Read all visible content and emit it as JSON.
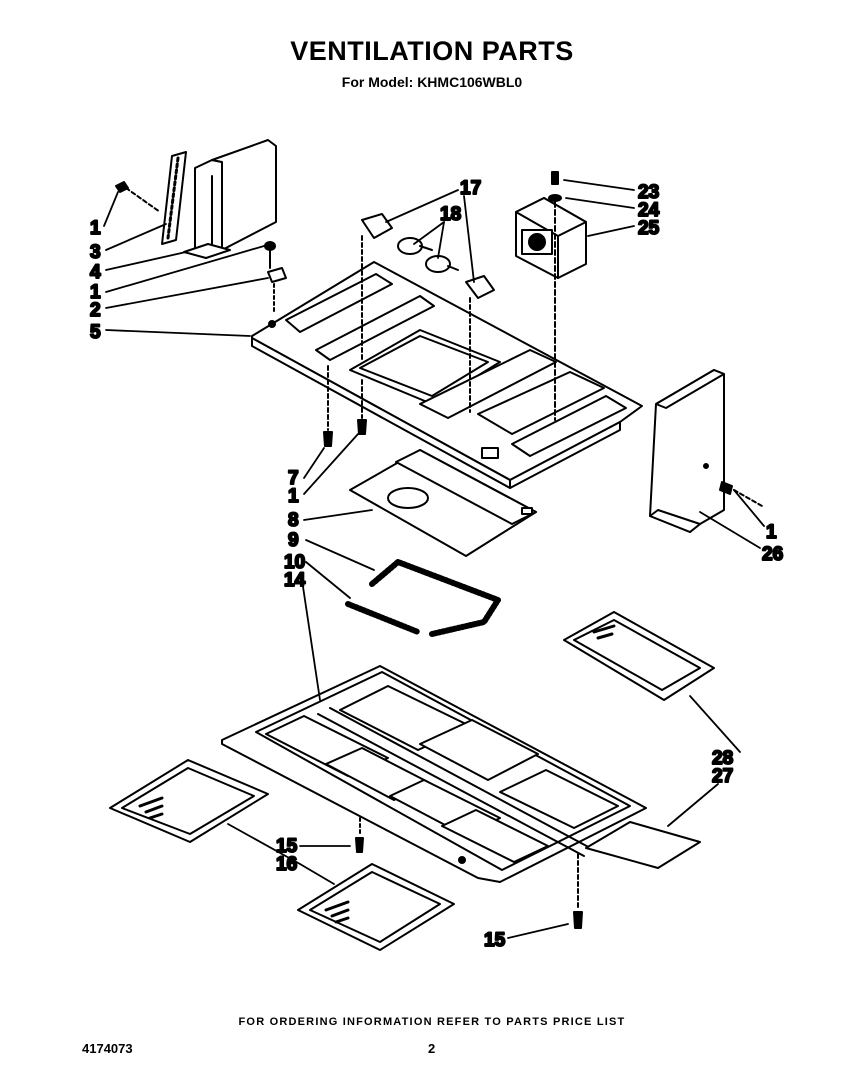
{
  "header": {
    "title": "VENTILATION PARTS",
    "subtitle": "For Model: KHMC106WBL0"
  },
  "callouts": {
    "c1a": "1",
    "c3": "3",
    "c4": "4",
    "c1b": "1",
    "c2": "2",
    "c5": "5",
    "c17": "17",
    "c18": "18",
    "c23": "23",
    "c24": "24",
    "c25": "25",
    "c7": "7",
    "c1c": "1",
    "c8": "8",
    "c9": "9",
    "c10": "10",
    "c14": "14",
    "c1d": "1",
    "c26": "26",
    "c28": "28",
    "c27": "27",
    "c15a": "15",
    "c16": "16",
    "c15b": "15"
  },
  "footer": {
    "note": "FOR ORDERING INFORMATION REFER TO PARTS PRICE LIST",
    "doc_number": "4174073",
    "page_number": "2"
  }
}
